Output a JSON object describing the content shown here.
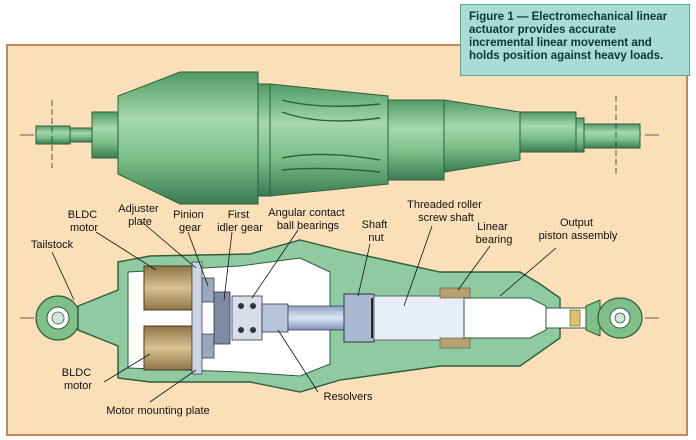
{
  "caption": "Figure 1 — Electromechanical linear actuator provides accurate incremental linear movement and holds position against heavy loads.",
  "labels": {
    "bldc_motor_top": [
      "BLDC",
      "motor"
    ],
    "adjuster_plate": [
      "Adjuster",
      "plate"
    ],
    "pinion_gear": [
      "Pinion",
      "gear"
    ],
    "first_idler_gear": [
      "First",
      "idler gear"
    ],
    "angular_contact": [
      "Angular contact",
      "ball bearings"
    ],
    "shaft_nut": [
      "Shaft",
      "nut"
    ],
    "threaded_roller": [
      "Threaded roller",
      "screw shaft"
    ],
    "linear_bearing": [
      "Linear",
      "bearing"
    ],
    "output_piston": [
      "Output",
      "piston assembly"
    ],
    "tailstock": "Tailstock",
    "bldc_motor_bottom": [
      "BLDC",
      "motor"
    ],
    "motor_mounting_plate": "Motor mounting plate",
    "resolvers": "Resolvers"
  },
  "colors": {
    "panel": "#fbdfb8",
    "caption_bg": "#a9dcd3",
    "housing_green": "#7fc08a",
    "housing_dark": "#3f8a58",
    "section_fill": "#9fd1b0",
    "shaft_blue": "#b9c9df",
    "motor_tan": "#b8a070"
  }
}
